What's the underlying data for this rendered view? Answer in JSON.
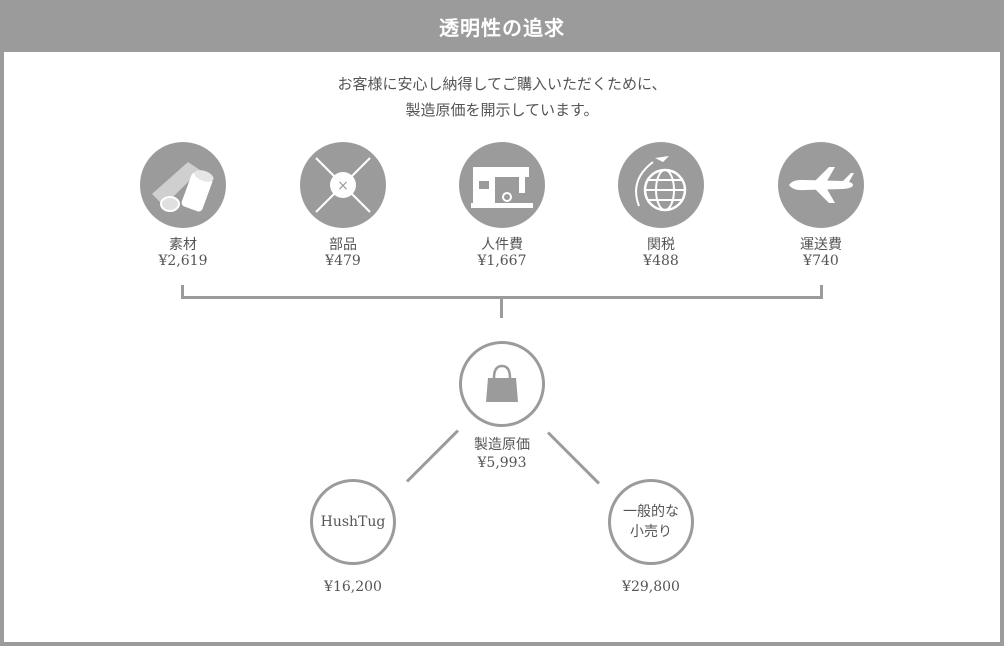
{
  "header": {
    "title": "透明性の追求"
  },
  "intro": {
    "line1": "お客様に安心し納得してご購入いただくために、",
    "line2": "製造原価を開示しています。"
  },
  "cost_items": [
    {
      "icon": "fabric-roll-icon",
      "label": "素材",
      "value": "¥2,619"
    },
    {
      "icon": "button-needle-icon",
      "label": "部品",
      "value": "¥479"
    },
    {
      "icon": "sewing-machine-icon",
      "label": "人件費",
      "value": "¥1,667"
    },
    {
      "icon": "globe-plane-icon",
      "label": "関税",
      "value": "¥488"
    },
    {
      "icon": "airplane-icon",
      "label": "運送費",
      "value": "¥740"
    }
  ],
  "total": {
    "icon": "shopping-bag-icon",
    "label": "製造原価",
    "value": "¥5,993"
  },
  "comparison": {
    "hushtug": {
      "label": "HushTug",
      "value": "¥16,200"
    },
    "retail": {
      "label_line1": "一般的な",
      "label_line2": "小売り",
      "value": "¥29,800"
    }
  },
  "colors": {
    "accent": "#9b9b9b",
    "text": "#555555",
    "background": "#ffffff"
  }
}
